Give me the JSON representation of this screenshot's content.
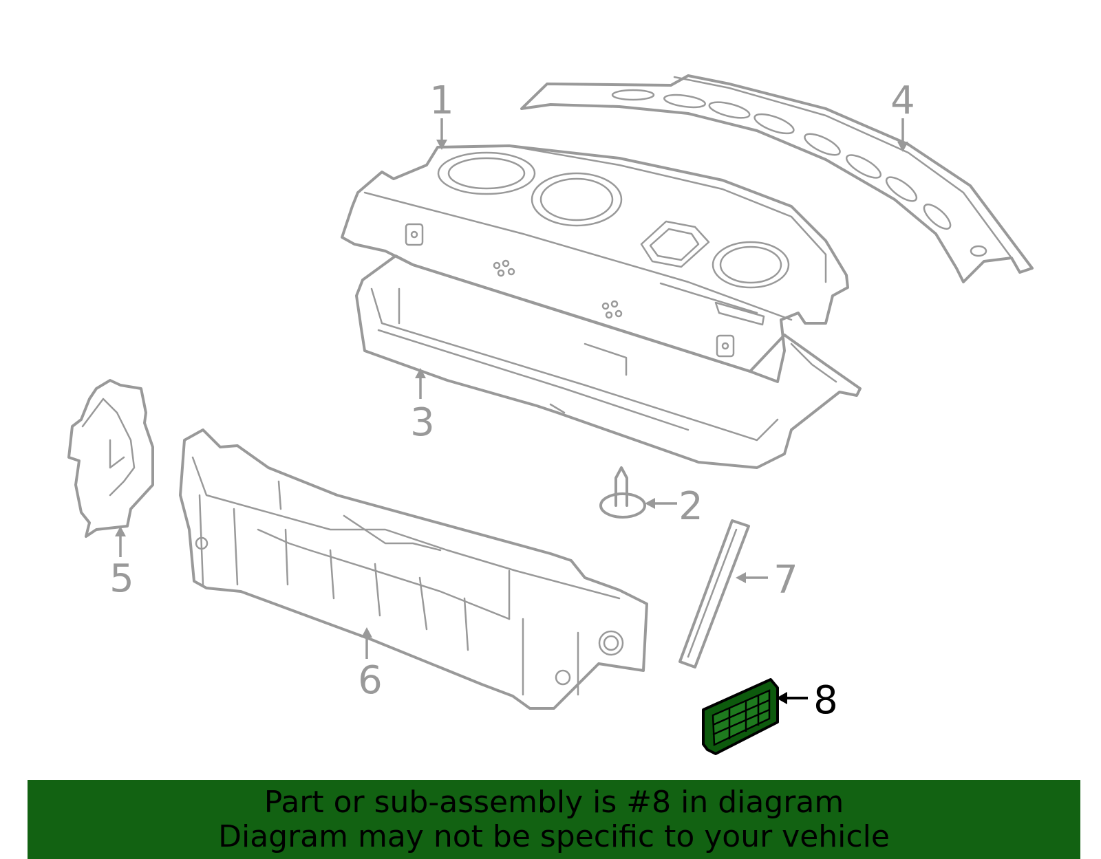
{
  "diagram": {
    "callouts": [
      {
        "id": "1",
        "label": "1"
      },
      {
        "id": "2",
        "label": "2"
      },
      {
        "id": "3",
        "label": "3"
      },
      {
        "id": "4",
        "label": "4"
      },
      {
        "id": "5",
        "label": "5"
      },
      {
        "id": "6",
        "label": "6"
      },
      {
        "id": "7",
        "label": "7"
      },
      {
        "id": "8",
        "label": "8",
        "highlighted": true
      }
    ],
    "colors": {
      "part_stroke": "#999999",
      "highlight_part": "#126212",
      "highlight_label": "#000000",
      "banner_background": "#126212"
    }
  },
  "banner": {
    "line1": "Part or sub-assembly is #8 in diagram",
    "line2": "Diagram may not be specific to your vehicle"
  }
}
